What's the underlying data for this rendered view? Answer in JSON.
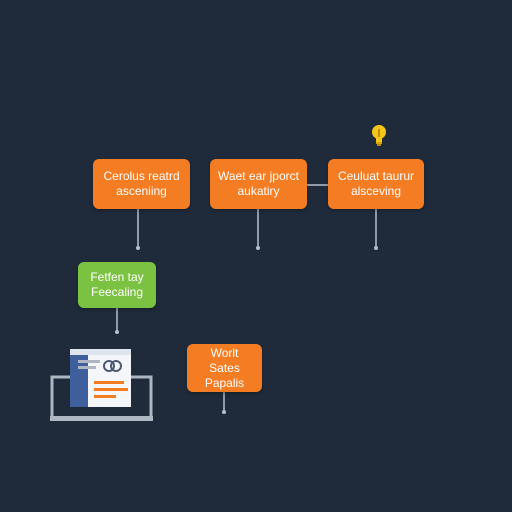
{
  "diagram": {
    "nodes": [
      {
        "id": "n1",
        "text": "Cerolus reatrd\nasceniing",
        "color": "orange"
      },
      {
        "id": "n2",
        "text": "Waet ear jporct\naukatiry",
        "color": "orange"
      },
      {
        "id": "n3",
        "text": "Ceuluat taurur\nalsceving",
        "color": "orange"
      },
      {
        "id": "n4",
        "text": "Fetfen tay\nFeecaling",
        "color": "green"
      },
      {
        "id": "n5",
        "text": "Worlt Sates\nPapalis",
        "color": "orange"
      }
    ],
    "icons": {
      "bulb": "lightbulb-icon",
      "laptop": "laptop-document-icon"
    },
    "colors": {
      "background": "#1f2b3b",
      "orange": "#f47c22",
      "green": "#7cc242",
      "connector": "#b8c0cc",
      "bulb": "#f5c518"
    }
  }
}
